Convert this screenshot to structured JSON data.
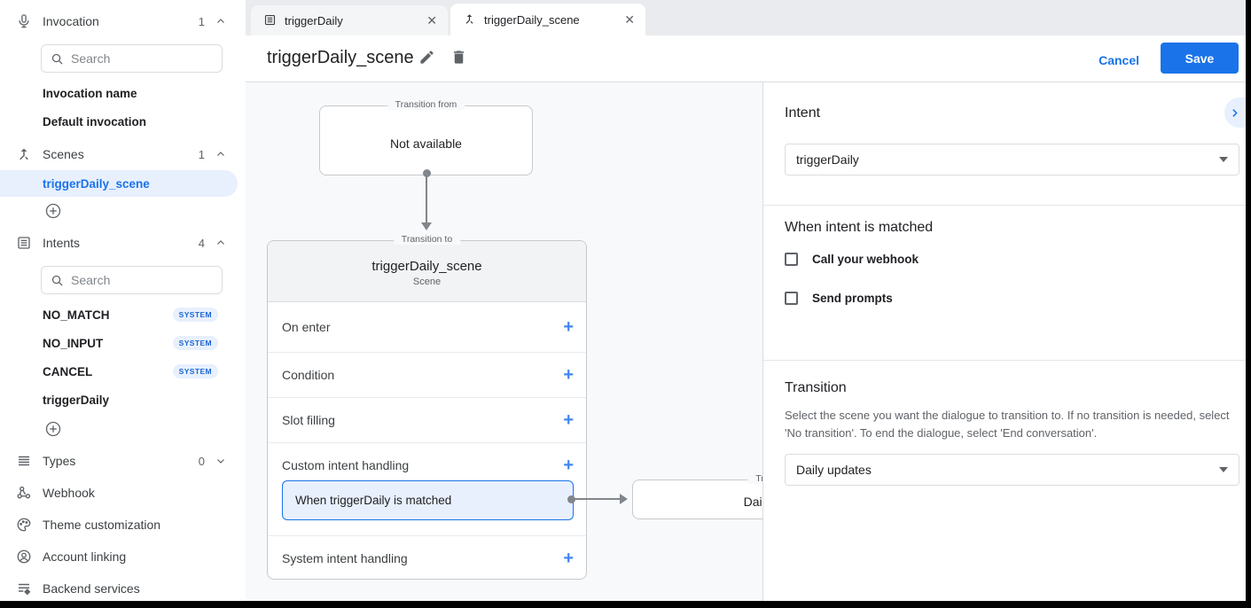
{
  "colors": {
    "accent": "#1a73e8",
    "badge_bg": "#e8f0fe",
    "badge_text": "#1967d2",
    "canvas_bg": "#f8f9fa",
    "border": "#dadce0"
  },
  "sidebar": {
    "invocation": {
      "label": "Invocation",
      "count": "1",
      "search_placeholder": "Search",
      "items": [
        "Invocation name",
        "Default invocation"
      ]
    },
    "scenes": {
      "label": "Scenes",
      "count": "1",
      "selected_item": "triggerDaily_scene"
    },
    "intents": {
      "label": "Intents",
      "count": "4",
      "search_placeholder": "Search",
      "items": [
        {
          "name": "NO_MATCH",
          "badge": "SYSTEM"
        },
        {
          "name": "NO_INPUT",
          "badge": "SYSTEM"
        },
        {
          "name": "CANCEL",
          "badge": "SYSTEM"
        },
        {
          "name": "triggerDaily",
          "badge": ""
        }
      ]
    },
    "types": {
      "label": "Types",
      "count": "0"
    },
    "webhook": {
      "label": "Webhook"
    },
    "theme": {
      "label": "Theme customization"
    },
    "account": {
      "label": "Account linking"
    },
    "backend": {
      "label": "Backend services"
    }
  },
  "tabs": [
    {
      "label": "triggerDaily"
    },
    {
      "label": "triggerDaily_scene"
    }
  ],
  "header": {
    "title": "triggerDaily_scene",
    "cancel_label": "Cancel",
    "save_label": "Save"
  },
  "canvas": {
    "from_box": {
      "legend": "Transition from",
      "text": "Not available"
    },
    "scene_box": {
      "legend": "Transition to",
      "title": "triggerDaily_scene",
      "subtitle": "Scene",
      "rows": [
        "On enter",
        "Condition",
        "Slot filling",
        "Custom intent handling",
        "System intent handling"
      ],
      "handler": "When triggerDaily is matched"
    },
    "target_box": {
      "legend": "Transition to",
      "text": "Daily updates"
    }
  },
  "panel": {
    "intent": {
      "heading": "Intent",
      "value": "triggerDaily"
    },
    "matched": {
      "heading": "When intent is matched",
      "checkbox1": "Call your webhook",
      "checkbox2": "Send prompts"
    },
    "transition": {
      "heading": "Transition",
      "description": "Select the scene you want the dialogue to transition to. If no transition is needed, select 'No transition'. To end the dialogue, select 'End conversation'.",
      "value": "Daily updates"
    }
  }
}
